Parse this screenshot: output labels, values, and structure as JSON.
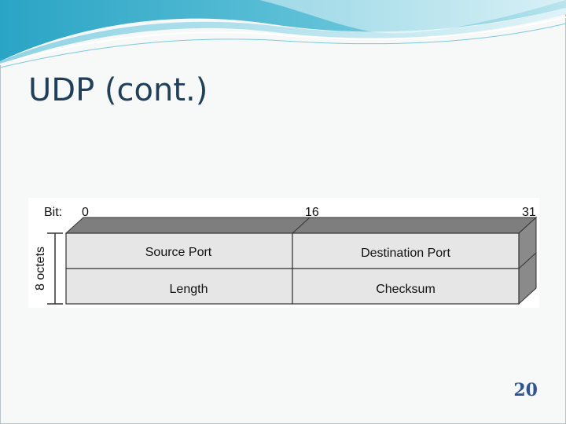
{
  "slide": {
    "title": "UDP (cont.)",
    "page_number": "20"
  },
  "diagram": {
    "bit_label": "Bit:",
    "bit_ticks": [
      "0",
      "16",
      "31"
    ],
    "octets_label": "8 octets",
    "rows": [
      {
        "left": "Source Port",
        "right": "Destination Port"
      },
      {
        "left": "Length",
        "right": "Checksum"
      }
    ]
  }
}
